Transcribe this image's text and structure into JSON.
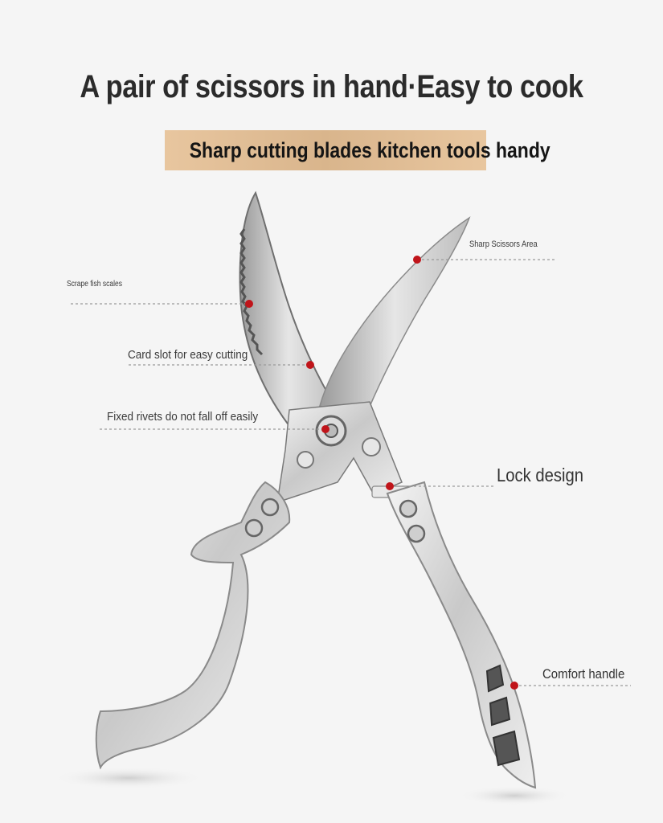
{
  "headline": "A pair of scissors in hand·Easy to cook",
  "banner": "Sharp cutting blades kitchen tools handy",
  "callouts": {
    "sharp_area": "Sharp Scissors Area",
    "scrape_fish": "Scrape fish scales",
    "card_slot": "Card slot for easy cutting",
    "fixed_rivets": "Fixed rivets do not fall off easily",
    "lock_design": "Lock design",
    "comfort_handle": "Comfort handle"
  },
  "colors": {
    "background": "#f5f5f5",
    "banner": "#dcb88e",
    "marker": "#c0141a",
    "text": "#2b2b2b"
  }
}
